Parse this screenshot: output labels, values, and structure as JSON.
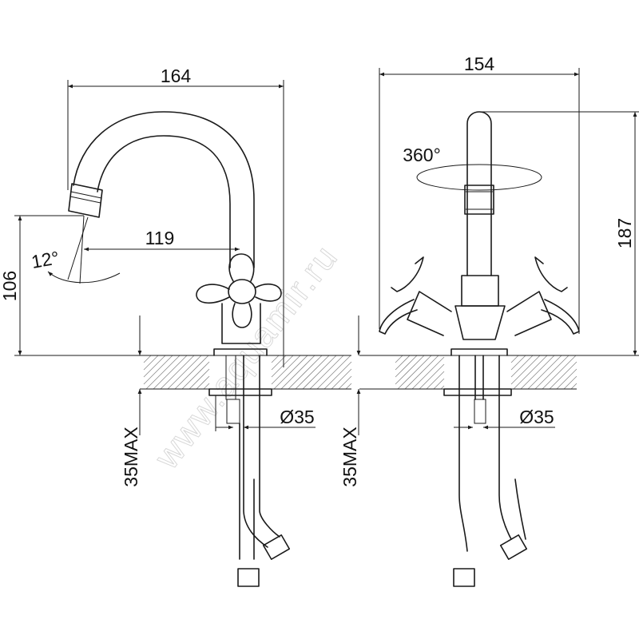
{
  "drawing": {
    "side_view": {
      "width_dim": "164",
      "reach_dim": "119",
      "height_dim": "106",
      "angle_dim": "12°",
      "hole_dim": "Ø35",
      "deck_dim": "35MAX"
    },
    "front_view": {
      "width_dim": "154",
      "height_dim": "187",
      "rotation_dim": "360°",
      "hole_dim": "Ø35",
      "deck_dim": "35MAX"
    },
    "watermark": "www.aquamir.ru",
    "colors": {
      "line": "#1a1a1a",
      "hatch": "#888888",
      "background": "#ffffff"
    }
  }
}
